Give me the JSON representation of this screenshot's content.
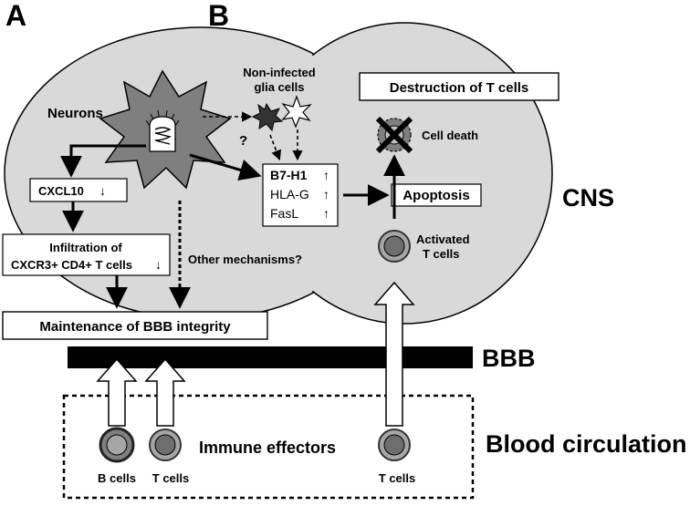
{
  "panels": {
    "a": "A",
    "b": "B"
  },
  "regions": {
    "cns": "CNS",
    "bbb": "BBB",
    "blood_circulation": "Blood circulation"
  },
  "cells": {
    "neurons": "Neurons",
    "glia": [
      "Non-infected",
      "glia cells"
    ],
    "question_mark": "?",
    "cell_death": "Cell death",
    "activated_t_cells": [
      "Activated",
      "T cells"
    ],
    "immune_effectors": "Immune effectors",
    "b_cells": "B cells",
    "t_cells_left": "T cells",
    "t_cells_right": "T cells"
  },
  "boxes": {
    "cxcl10": {
      "label": "CXCL10",
      "arrow": "↓"
    },
    "infiltration": {
      "line1": "Infiltration of",
      "line2": "CXCR3+ CD4+ T cells",
      "arrow": "↓"
    },
    "molecules": [
      {
        "name": "B7-H1",
        "arrow": "↑"
      },
      {
        "name": "HLA-G",
        "arrow": "↑"
      },
      {
        "name": "FasL",
        "arrow": "↑"
      }
    ],
    "apoptosis": "Apoptosis",
    "destruction": "Destruction of T cells",
    "bbb_integrity": "Maintenance of BBB integrity"
  },
  "annotations": {
    "other_mechanisms": "Other mechanisms?"
  },
  "colors": {
    "cns_fill": "#d9d9d9",
    "neuron_fill": "#7f7f7f",
    "cell_outer": "#333333",
    "cell_inner_dark": "#6e6e6e",
    "cell_inner_light": "#a6a6a6",
    "bbb_bar": "#000000"
  }
}
